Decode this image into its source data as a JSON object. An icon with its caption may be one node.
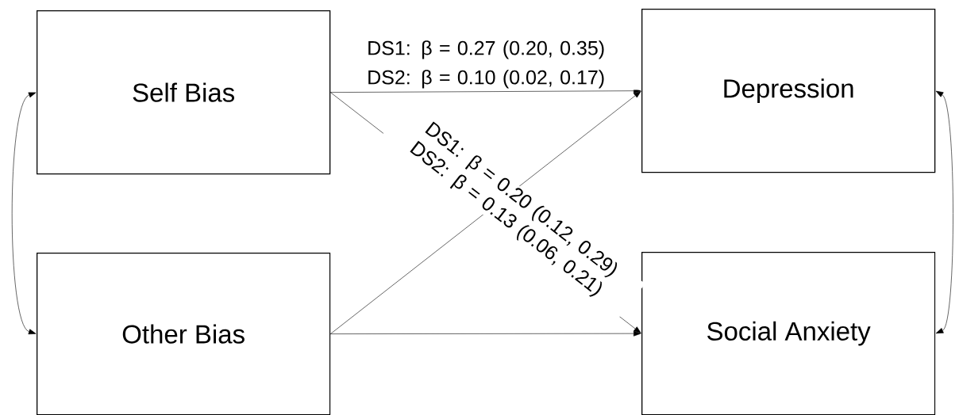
{
  "diagram": {
    "nodes": [
      {
        "text": [
          "Self Bias"
        ]
      },
      {
        "text": [
          "Other Bias"
        ]
      },
      {
        "text": [
          "Depression"
        ]
      },
      {
        "text": [
          "Social Anxiety"
        ]
      }
    ],
    "edges": [
      {
        "from": 0,
        "to": 2,
        "arrow": "to",
        "label": "DS1: β = 0.27 (0.20, 0.35) DS2: β = 0.10 (0.02, 0.17)"
      },
      {
        "from": 0,
        "to": 3,
        "arrow": "to",
        "label": "DS1: β = 0.20 (0.12, 0.29) DS2: β = 0.13 (0.06, 0.21)"
      },
      {
        "from": 1,
        "to": 2,
        "arrow": "to"
      },
      {
        "from": 1,
        "to": 3,
        "arrow": "to"
      },
      {
        "from": 0,
        "to": 1,
        "arrow": "both"
      },
      {
        "from": 2,
        "to": 3,
        "arrow": "both"
      }
    ]
  }
}
